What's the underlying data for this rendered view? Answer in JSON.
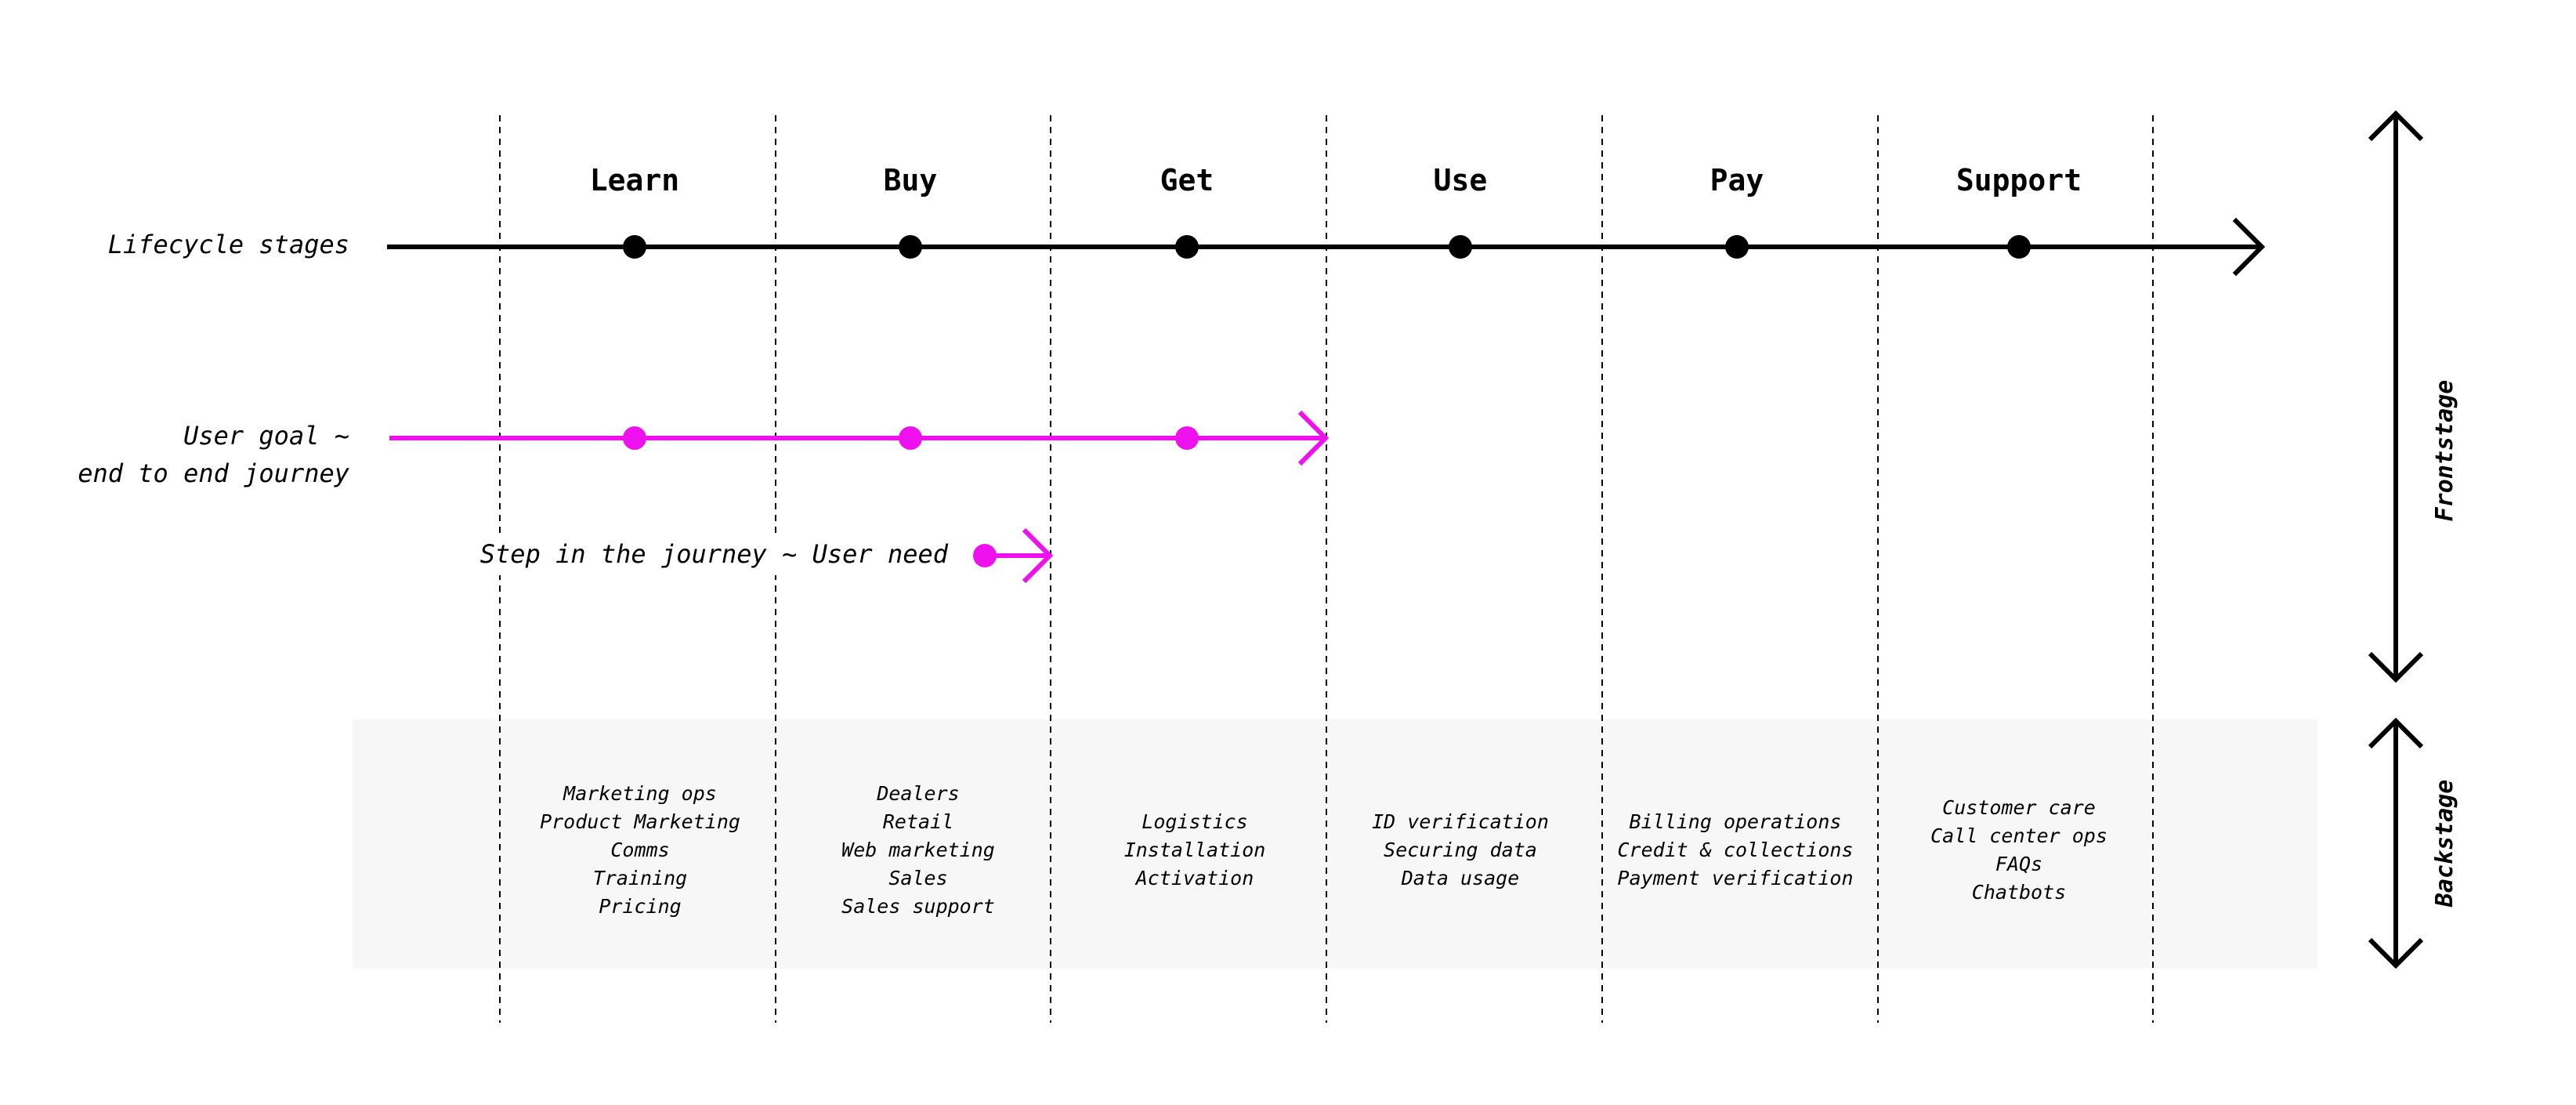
{
  "colors": {
    "primary": "#000000",
    "accent": "#ee11ee",
    "band": "#f7f7f7",
    "background": "#ffffff"
  },
  "stages": [
    "Learn",
    "Buy",
    "Get",
    "Use",
    "Pay",
    "Support"
  ],
  "rows": {
    "lifecycle": "Lifecycle stages",
    "user_goal_line1": "User goal ~",
    "user_goal_line2": "end to end journey",
    "step": "Step in the journey ~ User need"
  },
  "side": {
    "frontstage": "Frontstage",
    "backstage": "Backstage"
  },
  "backstage_items": [
    [
      "Marketing ops",
      "Product Marketing",
      "Comms",
      "Training",
      "Pricing"
    ],
    [
      "Dealers",
      "Retail",
      "Web marketing",
      "Sales",
      "Sales support"
    ],
    [
      "Logistics",
      "Installation",
      "Activation"
    ],
    [
      "ID verification",
      "Securing data",
      "Data usage"
    ],
    [
      "Billing operations",
      "Credit & collections",
      "Payment verification"
    ],
    [
      "Customer care",
      "Call center ops",
      "FAQs",
      "Chatbots"
    ]
  ]
}
